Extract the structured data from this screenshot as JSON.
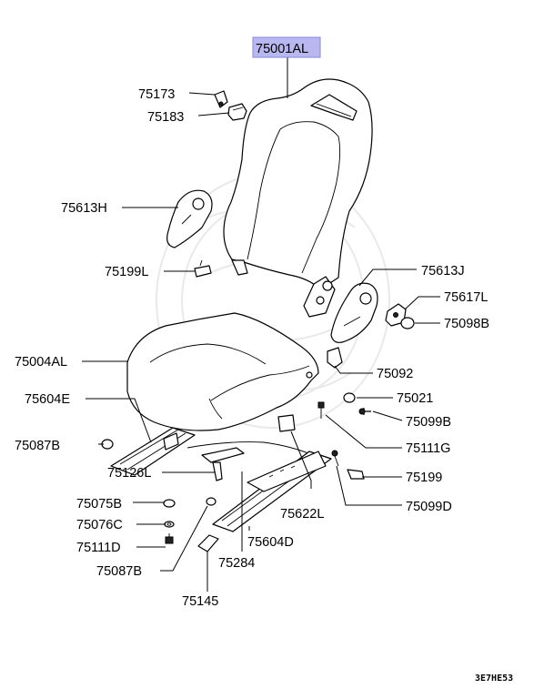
{
  "highlight_color": "#b9b7ef",
  "highlighted_part": "75001AL",
  "labels": {
    "p75001AL": "75001AL",
    "p75173": "75173",
    "p75183": "75183",
    "p75613H": "75613H",
    "p75199L": "75199L",
    "p75613J": "75613J",
    "p75617L": "75617L",
    "p75098B": "75098B",
    "p75004AL": "75004AL",
    "p75092": "75092",
    "p75604E": "75604E",
    "p75021": "75021",
    "p75099B": "75099B",
    "p75087B_top": "75087B",
    "p75111G": "75111G",
    "p75126L": "75126L",
    "p75199": "75199",
    "p75075B": "75075B",
    "p75622L": "75622L",
    "p75099D": "75099D",
    "p75076C": "75076C",
    "p75111D": "75111D",
    "p75604D": "75604D",
    "p75087B_bottom": "75087B",
    "p75284": "75284",
    "p75145": "75145"
  },
  "figure_code": "3E7HE53"
}
